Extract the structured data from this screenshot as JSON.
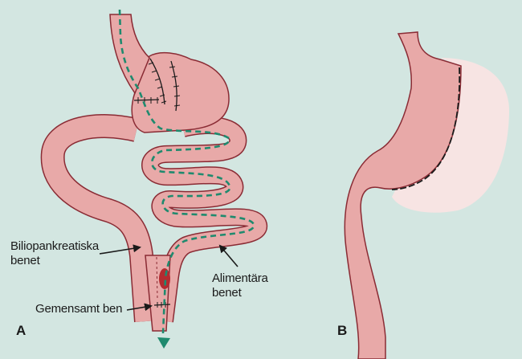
{
  "colors": {
    "background": "#d3e6e1",
    "tissue": "#e8a9a8",
    "tissue_outline": "#8a2b34",
    "path": "#1f8a6e",
    "removed_stomach": "#f7e4e3",
    "stoma": "#b42b30"
  },
  "panels": {
    "a": {
      "letter": "A",
      "labels": {
        "biliopancreatic_line1": "Biliopankreatiska",
        "biliopancreatic_line2": "benet",
        "alimentary_line1": "Alimentära",
        "alimentary_line2": "benet",
        "common": "Gemensamt ben"
      }
    },
    "b": {
      "letter": "B"
    }
  }
}
